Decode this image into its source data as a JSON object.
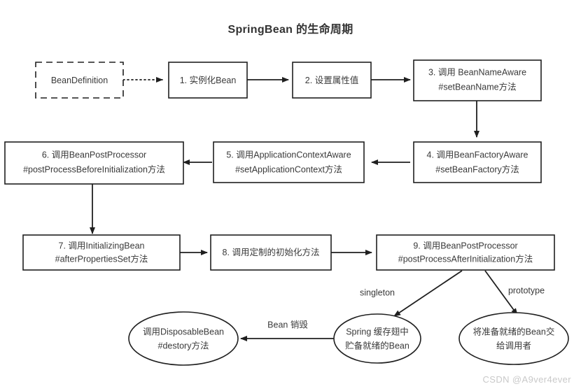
{
  "title": "SpringBean 的生命周期",
  "watermark": "CSDN @A9ver4ever",
  "colors": {
    "background": "#ffffff",
    "stroke": "#1f1f1f",
    "text": "#3a3a3a",
    "title": "#333333",
    "watermark": "#c9c9c9"
  },
  "chart_data": {
    "type": "flowchart",
    "title": "SpringBean 的生命周期",
    "nodes": [
      {
        "id": "bean-definition",
        "shape": "rect-dashed",
        "lines": [
          "BeanDefinition"
        ]
      },
      {
        "id": "step-1",
        "shape": "rect",
        "lines": [
          "1. 实例化Bean"
        ]
      },
      {
        "id": "step-2",
        "shape": "rect",
        "lines": [
          "2. 设置属性值"
        ]
      },
      {
        "id": "step-3",
        "shape": "rect",
        "lines": [
          "3. 调用 BeanNameAware",
          "#setBeanName方法"
        ]
      },
      {
        "id": "step-4",
        "shape": "rect",
        "lines": [
          "4. 调用BeanFactoryAware",
          "#setBeanFactory方法"
        ]
      },
      {
        "id": "step-5",
        "shape": "rect",
        "lines": [
          "5. 调用ApplicationContextAware",
          "#setApplicationContext方法"
        ]
      },
      {
        "id": "step-6",
        "shape": "rect",
        "lines": [
          "6. 调用BeanPostProcessor",
          "#postProcessBeforeInitialization方法"
        ]
      },
      {
        "id": "step-7",
        "shape": "rect",
        "lines": [
          "7. 调用InitializingBean",
          "#afterPropertiesSet方法"
        ]
      },
      {
        "id": "step-8",
        "shape": "rect",
        "lines": [
          "8. 调用定制的初始化方法"
        ]
      },
      {
        "id": "step-9",
        "shape": "rect",
        "lines": [
          "9. 调用BeanPostProcessor",
          "#postProcessAfterInitialization方法"
        ]
      },
      {
        "id": "disposable",
        "shape": "ellipse",
        "lines": [
          "调用DisposableBean",
          "#destory方法"
        ]
      },
      {
        "id": "cache-pool",
        "shape": "ellipse",
        "lines": [
          "Spring 缓存翅中",
          "贮备就绪的Bean"
        ]
      },
      {
        "id": "hand-to-caller",
        "shape": "ellipse",
        "lines": [
          "将准备就绪的Bean交",
          "给调用者"
        ]
      }
    ],
    "edges": [
      {
        "from": "bean-definition",
        "to": "step-1",
        "style": "dotted",
        "label": ""
      },
      {
        "from": "step-1",
        "to": "step-2",
        "style": "solid",
        "label": ""
      },
      {
        "from": "step-2",
        "to": "step-3",
        "style": "solid",
        "label": ""
      },
      {
        "from": "step-3",
        "to": "step-4",
        "style": "solid",
        "label": ""
      },
      {
        "from": "step-4",
        "to": "step-5",
        "style": "solid",
        "label": ""
      },
      {
        "from": "step-5",
        "to": "step-6",
        "style": "solid",
        "label": ""
      },
      {
        "from": "step-6",
        "to": "step-7",
        "style": "solid",
        "label": ""
      },
      {
        "from": "step-7",
        "to": "step-8",
        "style": "solid",
        "label": ""
      },
      {
        "from": "step-8",
        "to": "step-9",
        "style": "solid",
        "label": ""
      },
      {
        "from": "step-9",
        "to": "cache-pool",
        "style": "solid",
        "label": "singleton"
      },
      {
        "from": "step-9",
        "to": "hand-to-caller",
        "style": "solid",
        "label": "prototype"
      },
      {
        "from": "cache-pool",
        "to": "disposable",
        "style": "solid",
        "label": "Bean 销毁"
      }
    ],
    "edge_labels": [
      "singleton",
      "prototype",
      "Bean 销毁"
    ]
  }
}
